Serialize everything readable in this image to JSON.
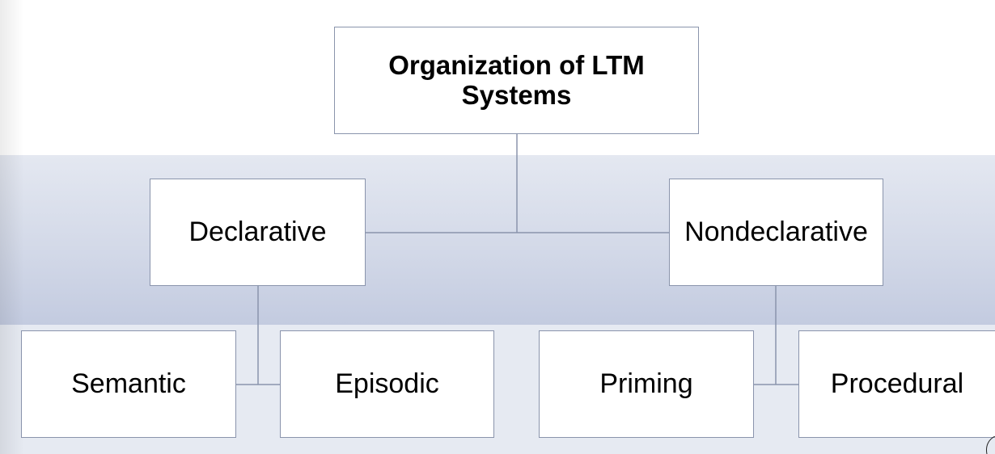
{
  "diagram": {
    "root": {
      "label": "Organization of LTM Systems"
    },
    "declarative": {
      "label": "Declarative",
      "children": [
        {
          "label": "Semantic"
        },
        {
          "label": "Episodic"
        }
      ]
    },
    "nondeclarative": {
      "label": "Nondeclarative",
      "children": [
        {
          "label": "Priming"
        },
        {
          "label": "Procedural"
        }
      ]
    }
  },
  "colors": {
    "box_border": "#8a94ac",
    "connector": "#8a94ac",
    "band_top": "#e4e8f1",
    "band_bottom": "#c3cbe0"
  }
}
